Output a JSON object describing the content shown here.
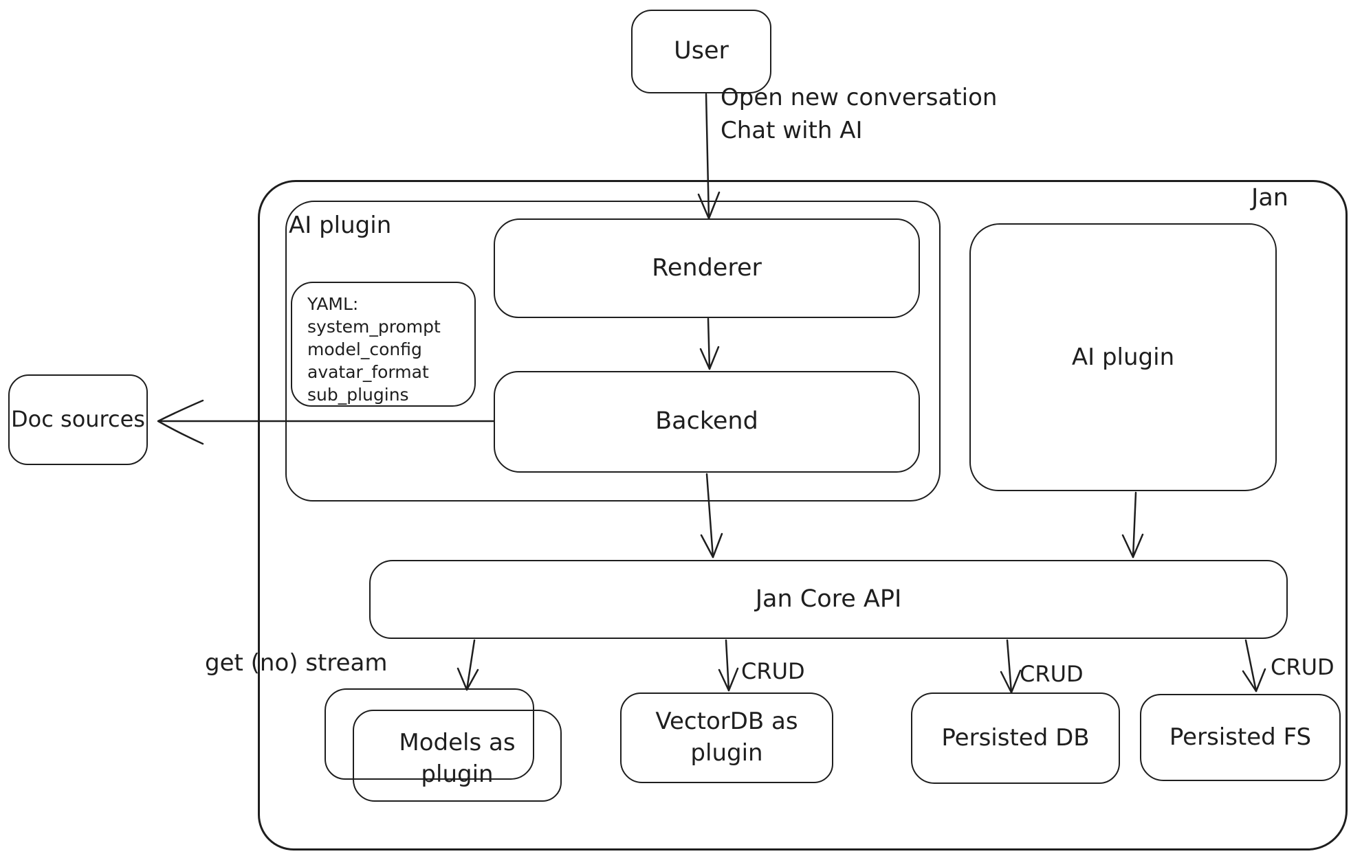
{
  "diagram": {
    "title_container_label": "Jan",
    "colors": {
      "stroke": "#1e1e1e",
      "background": "#ffffff"
    },
    "nodes": {
      "user": {
        "label": "User"
      },
      "ai_plugin_container": {
        "label": "AI plugin"
      },
      "renderer": {
        "label": "Renderer"
      },
      "backend": {
        "label": "Backend"
      },
      "yaml_note": {
        "lines": [
          "YAML:",
          "system_prompt",
          "model_config",
          "avatar_format",
          "sub_plugins"
        ]
      },
      "doc_sources": {
        "label": "Doc sources"
      },
      "ai_plugin_right": {
        "label": "AI plugin"
      },
      "jan_core_api": {
        "label": "Jan Core API"
      },
      "models_as_plugin": {
        "label": "Models as plugin"
      },
      "vectordb_as_plugin": {
        "label": "VectorDB as plugin"
      },
      "persisted_db": {
        "label": "Persisted DB"
      },
      "persisted_fs": {
        "label": "Persisted FS"
      }
    },
    "edges": {
      "user_flow": {
        "line1": "Open new conversation",
        "line2": "Chat with AI"
      },
      "api_to_models": {
        "label": "get (no) stream"
      },
      "api_to_vectordb": {
        "label": "CRUD"
      },
      "api_to_persisted_db": {
        "label": "CRUD"
      },
      "api_to_persisted_fs": {
        "label": "CRUD"
      }
    }
  }
}
